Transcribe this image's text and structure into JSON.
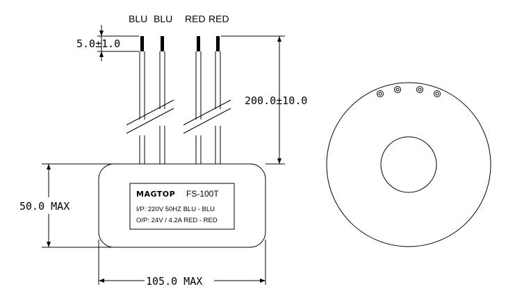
{
  "wires": {
    "labels": [
      "BLU",
      "BLU",
      "RED",
      "RED"
    ]
  },
  "dimensions": {
    "strip": "5.0±1.0",
    "lead_length": "200.0±10.0",
    "height": "50.0  MAX",
    "width": "105.0  MAX"
  },
  "nameplate": {
    "brand": "MAGTOP",
    "model": "FS-100T",
    "input": "I/P: 220V 50HZ   BLU - BLU",
    "output": "O/P: 24V / 4.2A RED - RED"
  }
}
